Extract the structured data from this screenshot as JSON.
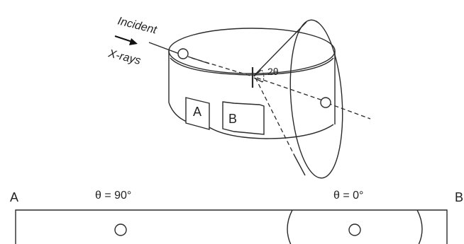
{
  "top": {
    "incident_label": "Incident",
    "xrays_label": "X-rays",
    "cut_label_a": "A",
    "cut_label_b": "B",
    "angle_label": "2θ"
  },
  "strip": {
    "end_label_a": "A",
    "end_label_b": "B",
    "theta_90_label": "θ = 90°",
    "theta_0_label": "θ = 0°"
  }
}
